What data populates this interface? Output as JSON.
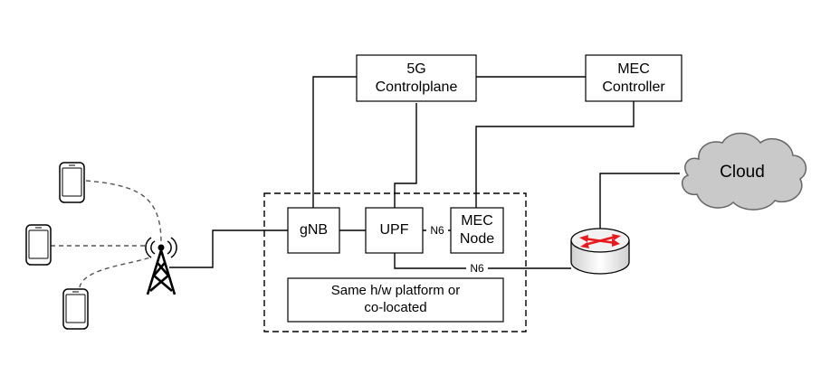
{
  "nodes": {
    "controlplane": {
      "line1": "5G",
      "line2": "Controlplane"
    },
    "mec_controller": {
      "line1": "MEC",
      "line2": "Controller"
    },
    "gnb": {
      "label": "gNB"
    },
    "upf": {
      "label": "UPF"
    },
    "mec_node": {
      "line1": "MEC",
      "line2": "Node"
    },
    "platform_note": {
      "line1": "Same h/w platform or",
      "line2": "co-located"
    },
    "cloud": {
      "label": "Cloud"
    }
  },
  "links": {
    "upf_mec": "N6",
    "upf_router": "N6"
  },
  "icons": {
    "phones": "smartphone-icon",
    "tower": "cell-tower-icon",
    "router": "router-icon",
    "cloud": "cloud-icon"
  },
  "colors": {
    "router_arrows": "#e8191f",
    "cloud_fill": "#c9c9c9",
    "router_body": "#f2f2f2"
  }
}
